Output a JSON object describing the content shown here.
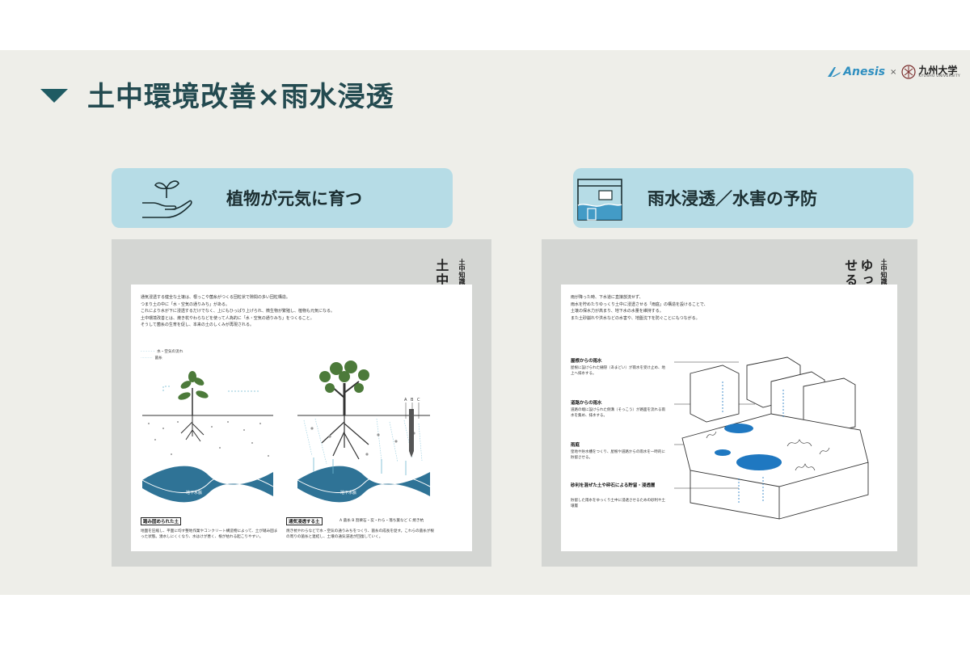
{
  "header": {
    "title": "土中環境改善×雨水浸透",
    "logo_anesis": "Anesis",
    "logo_separator": "×",
    "logo_kyushu": "九州大学",
    "logo_kyushu_en": "KYUSHU UNIVERSITY"
  },
  "cards": [
    {
      "icon": "seedling-in-hand-icon",
      "label": "植物が元気に育つ",
      "page": {
        "tag": "土中知識",
        "heading": "土中環境改善のしくみ",
        "intro": [
          "通気浸透する健全な土壌は、根っこや菌糸がつくる団粒状で隙間の多い団粒構造。",
          "つまり土の中に「水・空気の通りみち」がある。",
          "これにより水が下に浸透するだけでなく、上にもひっぱり上げられ、微生物が繁殖し、植物も元気になる。",
          "土中環境改善とは、焼き杭やわらなどを使って人為的に「水・空気の通りみち」をつくること。",
          "そうして菌糸の生育を促し、本来の土のしくみが再現される。"
        ],
        "legend": [
          "水・空気の流れ",
          "菌糸"
        ],
        "groundwater": "地下水脈",
        "abc": [
          "A",
          "B",
          "C"
        ],
        "caption_left_title": "踏み固められた土",
        "caption_left_text": "地面を圧縮し、平面に均す整地作業やコンクリート構造物によって、土が踏み固まった状態。湧水しにくくなり、水はけが悪く、根が枯れる起こりやすい。",
        "caption_right_title": "通気浸透する土",
        "caption_right_legend": "A 菌糸  B 割栗石・炭・わら・落ち葉など  C 焼き杭",
        "caption_right_text": "焼き杭やわらなどで水・空気の通りみちをつくり、菌糸の成長を促す。これらの菌糸が根の周りの菌糸と連結し、土壌の通気浸透が回復していく。"
      }
    },
    {
      "icon": "flooded-house-icon",
      "label": "雨水浸透／水害の予防",
      "page": {
        "tag": "土中知識",
        "heading": "ゆっくり土中に浸透させる雨庭のしくみ",
        "intro": [
          "雨が降った時、下水道に直接放流せず、",
          "雨水を貯めたりゆっくり土中に浸透させる「雨庭」の構造を設けることで、",
          "土壌の保水力が高まり、地下水の水量を維持する。",
          "また土砂崩れや洪水などの水害や、地盤沈下を防ぐことにもつながる。"
        ],
        "notes": [
          {
            "title": "屋根からの雨水",
            "text": "屋根に設けられた樋隠（あまどい）が雨水を受け止め、地上へ排水する。"
          },
          {
            "title": "道路からの雨水",
            "text": "道路の端に設けられた側溝（そっこう）が路面を流れる雨水を集め、排水する。"
          },
          {
            "title": "雨庭",
            "text": "窪地や貯水槽をつくり、屋根や道路からの雨水を一時的に貯留させる。"
          },
          {
            "title": "砂利を混ぜた土や砕石による貯留・浸透層",
            "text": "貯留した雨水をゆっくり土中に浸透させるための砂利や土壌層"
          }
        ]
      }
    }
  ]
}
